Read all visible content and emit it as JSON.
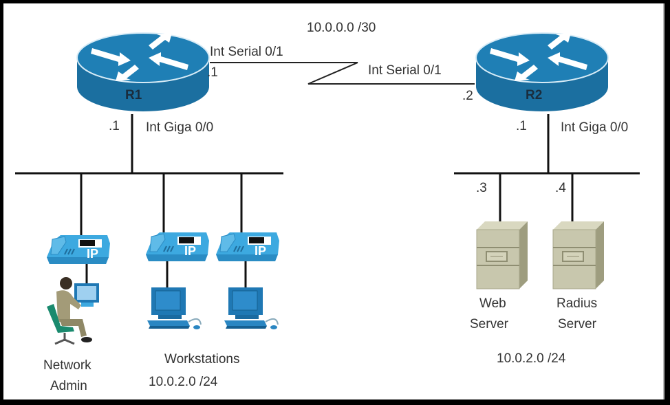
{
  "title": "Network topology diagram",
  "colors": {
    "router": "#1b74a6",
    "router_top": "#1f7fb5",
    "router_edge": "#d8ecf7",
    "phone": "#3da9e0",
    "workstation": "#1f78b4",
    "server": "#c8c7ad",
    "server_side": "#9e9d7f",
    "line": "#111111"
  },
  "wan": {
    "subnet": "10.0.0.0 /30",
    "r1_interface": "Int Serial 0/1",
    "r1_host": ".1",
    "r2_interface": "Int Serial 0/1",
    "r2_host": ".2"
  },
  "routers": [
    {
      "id": "R1",
      "label": "R1",
      "lan_interface": "Int Giga 0/0",
      "lan_host": ".1",
      "icon": "router-icon"
    },
    {
      "id": "R2",
      "label": "R2",
      "lan_interface": "Int Giga 0/0",
      "lan_host": ".1",
      "icon": "router-icon"
    }
  ],
  "left_lan": {
    "subnet": "10.0.2.0 /24",
    "group_label": "Workstations",
    "admin_label_line1": "Network",
    "admin_label_line2": "Admin",
    "phone_label": "IP",
    "devices": [
      {
        "type": "ip-phone",
        "attached": "network-admin"
      },
      {
        "type": "ip-phone",
        "attached": "workstation"
      },
      {
        "type": "ip-phone",
        "attached": "workstation"
      }
    ]
  },
  "right_lan": {
    "subnet": "10.0.2.0 /24",
    "servers": [
      {
        "host": ".3",
        "label_line1": "Web",
        "label_line2": "Server"
      },
      {
        "host": ".4",
        "label_line1": "Radius",
        "label_line2": "Server"
      }
    ]
  }
}
